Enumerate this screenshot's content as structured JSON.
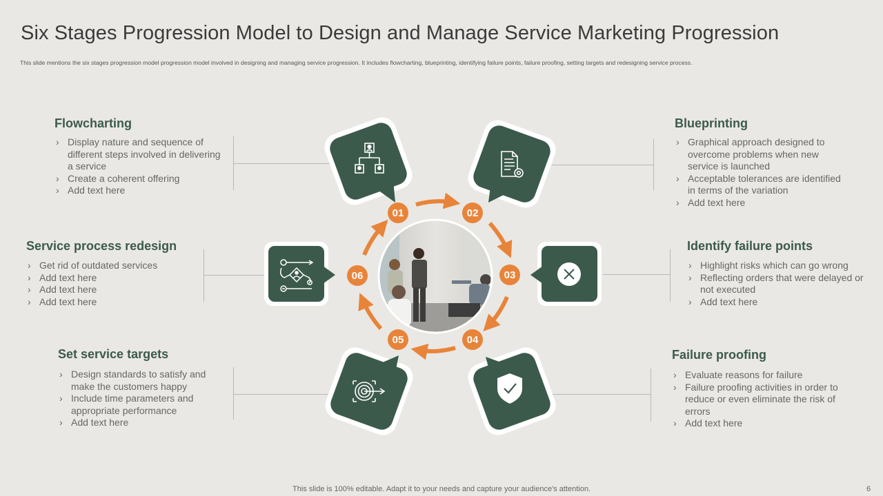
{
  "title": "Six Stages Progression Model to Design and Manage Service Marketing Progression",
  "subtitle": "This slide mentions the six stages progression model progression model involved in designing and managing service progression. It includes flowcharting, blueprinting, identifying failure points, failure proofing, setting targets and redesigning service process.",
  "colors": {
    "accent": "#E8843A",
    "shape": "#3C5A4C",
    "heading": "#3C5A4C",
    "background": "#E9E8E4"
  },
  "stages": [
    {
      "number": "01",
      "heading": "Flowcharting",
      "icon": "org-chart-icon",
      "items": [
        "Display nature and sequence of different steps involved in delivering a service",
        "Create a coherent offering",
        "Add text here"
      ]
    },
    {
      "number": "02",
      "heading": "Blueprinting",
      "icon": "document-gear-icon",
      "items": [
        "Graphical approach designed to overcome problems when new service is launched",
        "Acceptable tolerances are identified in terms of the variation",
        "Add text here"
      ]
    },
    {
      "number": "03",
      "heading": "Identify failure points",
      "icon": "close-circle-icon",
      "items": [
        "Highlight risks which can go wrong",
        "Reflecting orders that were delayed or not executed",
        "Add text here"
      ]
    },
    {
      "number": "04",
      "heading": "Failure proofing",
      "icon": "shield-check-icon",
      "items": [
        "Evaluate reasons for failure",
        "Failure proofing activities in order to reduce or even eliminate the risk of errors",
        "Add text here"
      ]
    },
    {
      "number": "05",
      "heading": "Set service targets",
      "icon": "target-icon",
      "items": [
        "Design standards to satisfy and make the customers happy",
        "Include time parameters and appropriate performance",
        "Add text here"
      ]
    },
    {
      "number": "06",
      "heading": "Service process redesign",
      "icon": "workflow-icon",
      "items": [
        "Get rid of outdated services",
        "Add text here",
        "Add text here",
        "Add text here"
      ]
    }
  ],
  "center_image": "team-meeting-photo",
  "footer": "This slide is 100% editable. Adapt it to your needs and capture your audience's attention.",
  "page_number": "6"
}
